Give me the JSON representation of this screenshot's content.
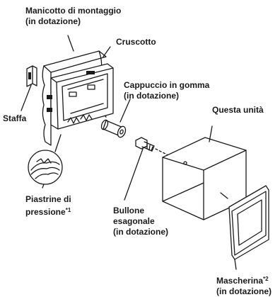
{
  "labels": {
    "mounting_sleeve": {
      "line1": "Manicotto di montaggio",
      "line2": "(in dotazione)"
    },
    "dashboard": "Cruscotto",
    "rubber_cap": {
      "line1": "Cappuccio in gomma",
      "line2": "(in dotazione)"
    },
    "bracket": "Staffa",
    "this_unit": "Questa unità",
    "pressure_plates": {
      "line1": "Piastrine di",
      "line2": "pressione",
      "note": "*1"
    },
    "hex_bolt": {
      "line1": "Bullone",
      "line2": "esagonale",
      "line3": "(in dotazione)"
    },
    "trim_frame": {
      "line1": "Mascherina",
      "note": "*2",
      "line2": "(in dotazione)"
    }
  }
}
